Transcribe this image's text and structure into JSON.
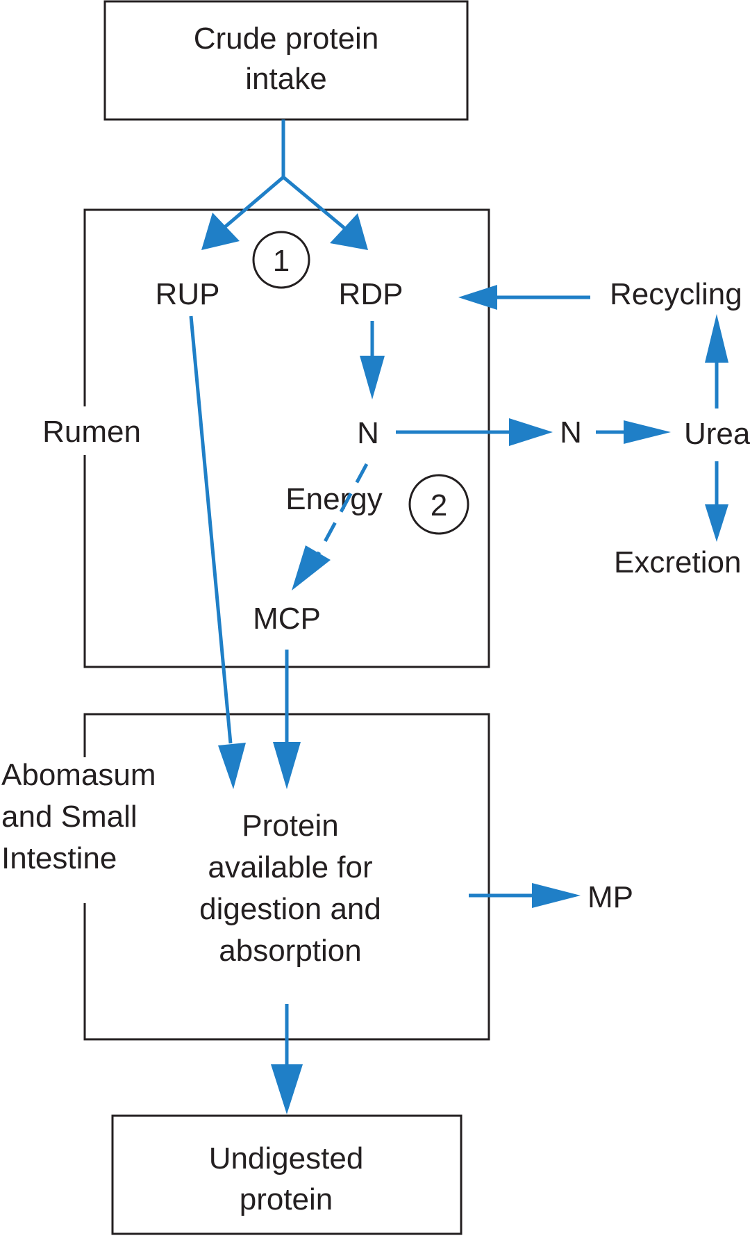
{
  "boxes": {
    "intake": [
      "Crude protein",
      "intake"
    ],
    "undigested": [
      "Undigested",
      "protein"
    ]
  },
  "compartments": {
    "rumen": "Rumen",
    "abomasum": [
      "Abomasum",
      "and Small",
      "Intestine"
    ]
  },
  "nodes": {
    "rup": "RUP",
    "rdp": "RDP",
    "n_rumen": "N",
    "energy": "Energy",
    "mcp": "MCP",
    "n_outside": "N",
    "urea": "Urea",
    "recycling": "Recycling",
    "excretion": "Excretion",
    "protein_available": [
      "Protein",
      "available for",
      "digestion and",
      "absorption"
    ],
    "mp": "MP"
  },
  "markers": {
    "one": "1",
    "two": "2"
  },
  "colors": {
    "arrow": "#1f7fc7",
    "line": "#231f20",
    "background": "#ffffff"
  }
}
